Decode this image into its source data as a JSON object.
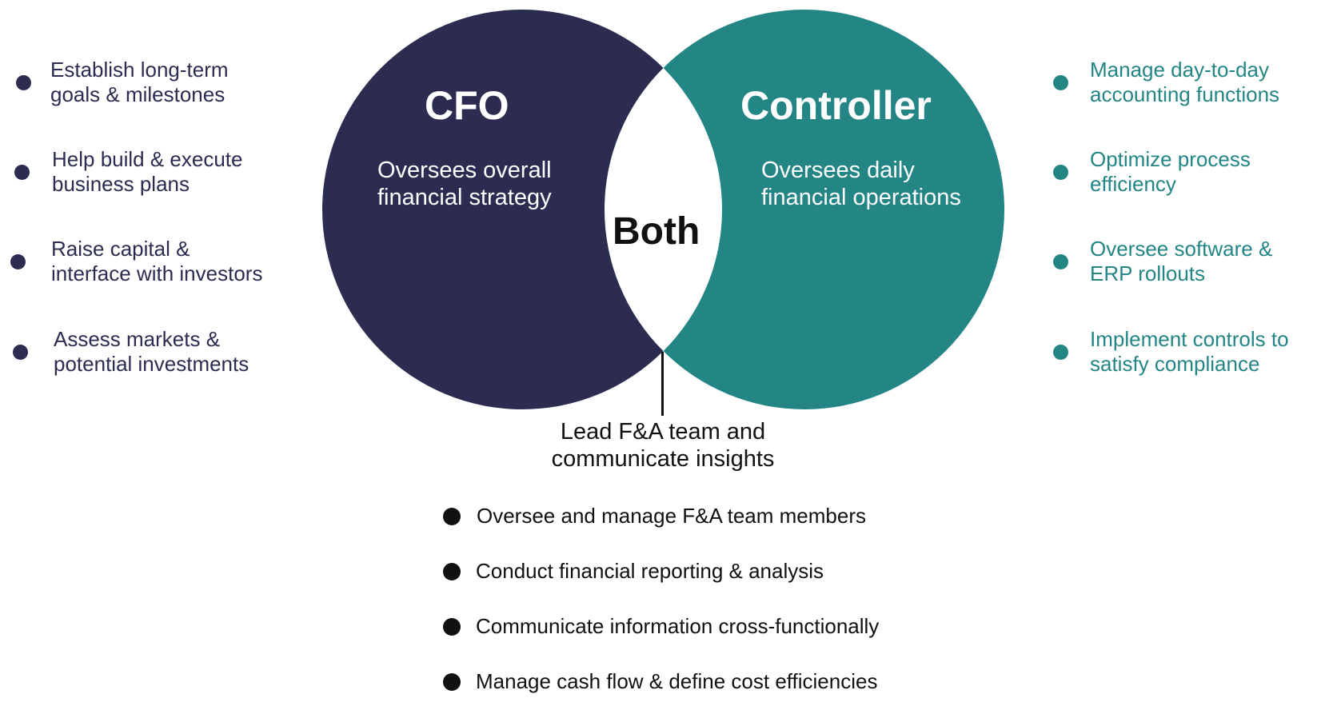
{
  "colors": {
    "cfo": "#2b2c50",
    "controller": "#248585",
    "both": "#ffffff",
    "text_dark": "#111111"
  },
  "cfo": {
    "title": "CFO",
    "description_lines": [
      "Oversees overall",
      "financial strategy"
    ],
    "duties": [
      "Establish long-term\ngoals & milestones",
      "Help build & execute\nbusiness plans",
      "Raise capital &\ninterface with investors",
      "Assess markets &\npotential investments"
    ]
  },
  "controller": {
    "title": "Controller",
    "description_lines": [
      "Oversees daily",
      "financial operations"
    ],
    "duties": [
      "Manage day-to-day\naccounting functions",
      "Optimize process\n efficiency",
      "Oversee software &\nERP rollouts",
      "Implement controls to\nsatisfy compliance"
    ]
  },
  "both": {
    "label": "Both",
    "summary": "Lead F&A team and\ncommunicate insights",
    "duties": [
      "Oversee and manage F&A team members",
      "Conduct financial reporting & analysis",
      "Communicate information cross-functionally",
      "Manage cash flow & define cost efficiencies"
    ]
  }
}
